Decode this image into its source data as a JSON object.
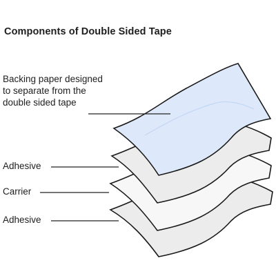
{
  "title": "Components of Double Sided Tape",
  "labels": {
    "backing_line1": "Backing paper designed",
    "backing_line2": "to separate from the",
    "backing_line3": "double sided tape",
    "adhesive_top": "Adhesive",
    "carrier": "Carrier",
    "adhesive_bottom": "Adhesive"
  },
  "colors": {
    "backing_fill": "#dde9fb",
    "adhesive_fill": "#ececec",
    "carrier_fill": "#f7f7f7",
    "outline": "#1a1a1a",
    "leader_line": "#222222"
  }
}
